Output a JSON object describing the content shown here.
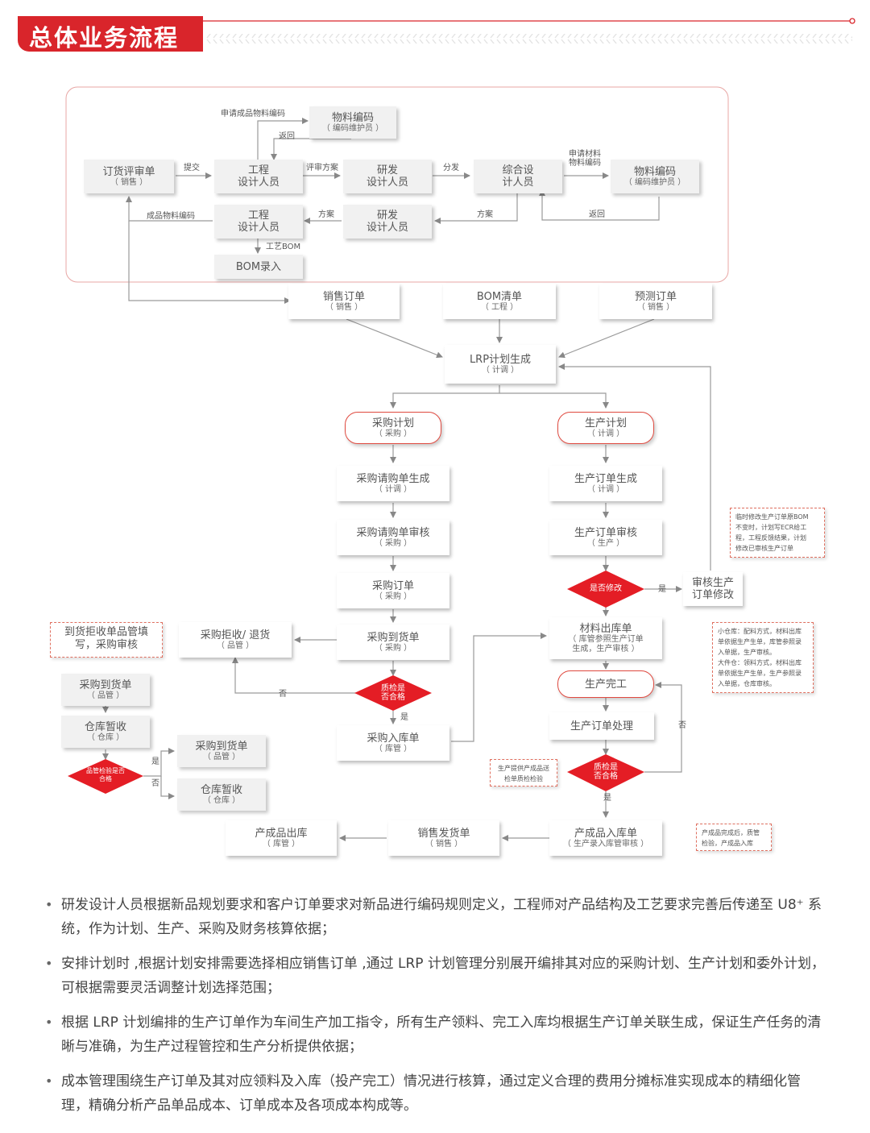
{
  "header": {
    "title": "总体业务流程"
  },
  "colors": {
    "brand_red": "#d9252b",
    "diamond_red": "#e41d25",
    "pill_border": "#e04a40"
  },
  "rd": {
    "order_review": {
      "title": "订货评审单",
      "sub": "（ 销售 ）"
    },
    "eng1": {
      "title": "工程\n设计人员"
    },
    "rnd1": {
      "title": "研发\n设计人员"
    },
    "comp": {
      "title": "综合设\n计人员"
    },
    "matcode_right": {
      "title": "物料编码",
      "sub": "（ 编码维护员 ）"
    },
    "matcode_top": {
      "title": "物料编码",
      "sub": "（ 编码维护员 ）"
    },
    "eng2": {
      "title": "工程\n设计人员"
    },
    "rnd2": {
      "title": "研发\n设计人员"
    },
    "bom_entry": {
      "title": "BOM录入"
    },
    "labels": {
      "apply_fg_code": "申请成品物料编码",
      "return_top": "返回",
      "submit": "提交",
      "review_plan": "评审方案",
      "distribute": "分发",
      "apply_mat_code": "申请材料\n物料编码",
      "return_right": "返回",
      "plan_right": "方案",
      "plan_mid": "方案",
      "fg_code": "成品物料编码",
      "process_bom": "工艺BOM"
    }
  },
  "inputs": {
    "sales_order": {
      "title": "销售订单",
      "sub": "（ 销售 ）"
    },
    "bom_list": {
      "title": "BOM清单",
      "sub": "（ 工程 ）"
    },
    "forecast": {
      "title": "预测订单",
      "sub": "（ 销售 ）"
    }
  },
  "lrp": {
    "title": "LRP计划生成",
    "sub": "（ 计调 ）"
  },
  "purchase": {
    "plan": {
      "title": "采购计划",
      "sub": "（ 采购 ）"
    },
    "req_gen": {
      "title": "采购请购单生成",
      "sub": "（ 计调 ）"
    },
    "req_review": {
      "title": "采购请购单审核",
      "sub": "（ 采购 ）"
    },
    "order": {
      "title": "采购订单",
      "sub": "（ 采购 ）"
    },
    "arrival": {
      "title": "采购到货单",
      "sub": "（ 采购 ）"
    },
    "qc": {
      "title": "质检是\n否合格"
    },
    "reject": {
      "title": "采购拒收/ 退货",
      "sub": "（ 品管 ）"
    },
    "inbound": {
      "title": "采购入库单",
      "sub": "（ 库管 ）"
    },
    "no_label": "否",
    "yes_label": "是"
  },
  "left": {
    "note": "到货拒收单品管填\n写，采购审核",
    "arrival": {
      "title": "采购到货单",
      "sub": "（ 品管 ）"
    },
    "temp_store": {
      "title": "仓库暂收",
      "sub": "（ 仓库 ）"
    },
    "qc": {
      "title": "品管检验是否\n合格"
    },
    "arrival2": {
      "title": "采购到货单",
      "sub": "（ 品管 ）"
    },
    "temp_store2": {
      "title": "仓库暂收",
      "sub": "（ 仓库 ）"
    },
    "yes_label": "是",
    "no_label": "否"
  },
  "production": {
    "plan": {
      "title": "生产计划",
      "sub": "（ 计调 ）"
    },
    "order_gen": {
      "title": "生产订单生成",
      "sub": "（ 计调 ）"
    },
    "order_review": {
      "title": "生产订单审核",
      "sub": "（ 生产 ）"
    },
    "modify_q": {
      "title": "是否修改"
    },
    "yes_label": "是",
    "review_modify": {
      "title": "审核生产\n订单修改"
    },
    "note_bom": "临时修改生产订单原BOM\n不变时，计划写ECR给工\n程，工程反馈结果，计划\n修改已审核生产订单",
    "material_out": {
      "title": "材料出库单",
      "sub": "（ 库管参照生产订单\n生成，生产审核 ）"
    },
    "note_store": "小仓库：配料方式，材料出库\n单依据生产生单，库管参照录\n入单据，生产审核。\n大件仓：领料方式，材料出库\n单依据生产生单，生产参照录\n入单据，仓库审核。",
    "complete": {
      "title": "生产完工"
    },
    "order_process": {
      "title": "生产订单处理"
    },
    "no_label": "否",
    "qc": {
      "title": "质检是\n否合格"
    },
    "note_qc": "生产提供产成品送\n检单质检检验",
    "yes_label2": "是",
    "fg_inbound": {
      "title": "产成品入库单",
      "sub": "（ 生产录入库管审核 ）"
    },
    "note_fg": "产成品完成后，质管\n检验，产成品入库",
    "sales_ship": {
      "title": "销售发货单",
      "sub": "（ 销售 ）"
    },
    "fg_outbound": {
      "title": "产成品出库",
      "sub": "（ 库管 ）"
    }
  },
  "bullets": [
    "研发设计人员根据新品规划要求和客户订单要求对新品进行编码规则定义，工程师对产品结构及工艺要求完善后传递至 U8⁺ 系统，作为计划、生产、采购及财务核算依据；",
    "安排计划时 ,根据计划安排需要选择相应销售订单 ,通过 LRP 计划管理分别展开编排其对应的采购计划、生产计划和委外计划，可根据需要灵活调整计划选择范围；",
    "根据 LRP 计划编排的生产订单作为车间生产加工指令，所有生产领料、完工入库均根据生产订单关联生成，保证生产任务的清晰与准确，为生产过程管控和生产分析提供依据；",
    "成本管理围绕生产订单及其对应领料及入库（投产完工）情况进行核算，通过定义合理的费用分摊标准实现成本的精细化管理，精确分析产品单品成本、订单成本及各项成本构成等。"
  ]
}
